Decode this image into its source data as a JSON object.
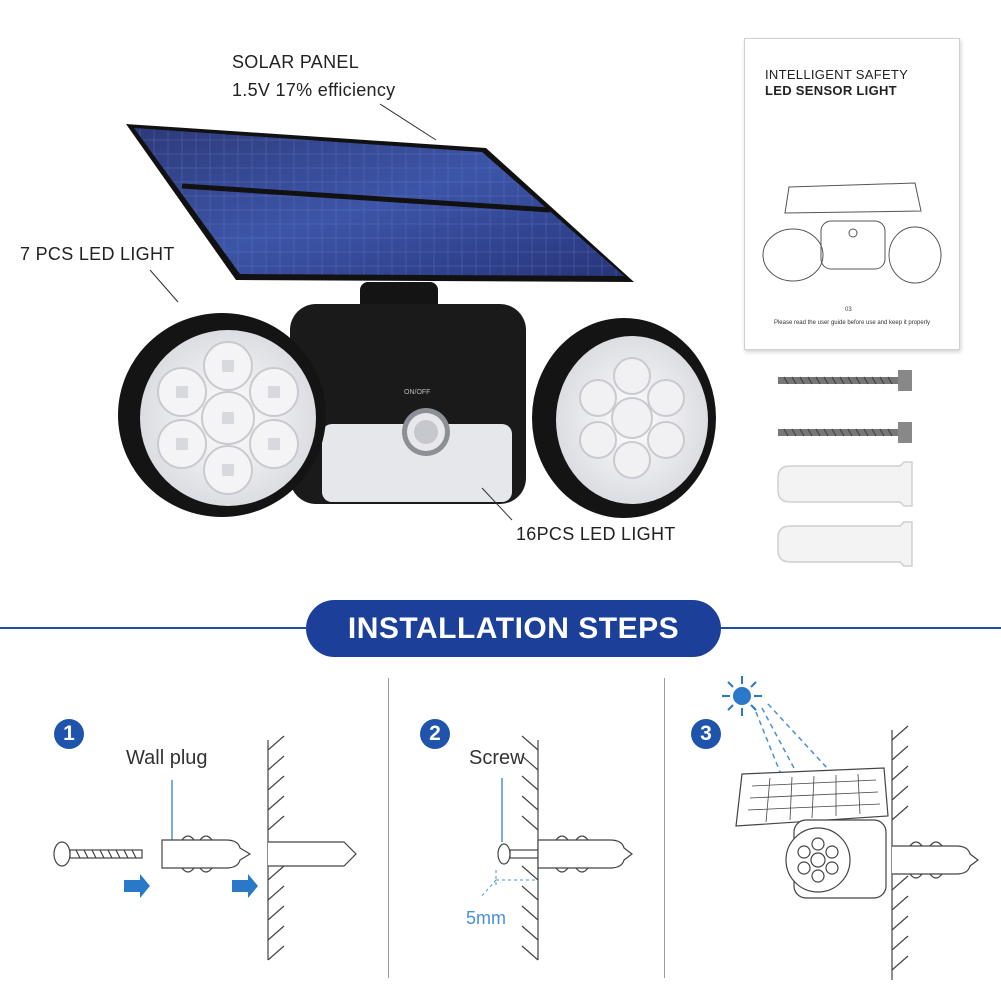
{
  "labels": {
    "solar_panel_title": "SOLAR PANEL",
    "solar_panel_spec": "1.5V 17% efficiency",
    "led7": "7 PCS LED LIGHT",
    "led16": "16PCS LED LIGHT",
    "switch": "ON/OFF"
  },
  "manual": {
    "title_line1": "INTELLIGENT SAFETY",
    "title_line2": "LED SENSOR LIGHT",
    "page_number": "03",
    "note": "Please read the user guide before use and keep it properly"
  },
  "installation": {
    "banner": "INSTALLATION STEPS",
    "steps": [
      {
        "number": "1",
        "label": "Wall plug"
      },
      {
        "number": "2",
        "label": "Screw",
        "dimension": "5mm"
      },
      {
        "number": "3"
      }
    ]
  },
  "colors": {
    "banner": "#1c3f9a",
    "step_badge": "#1f54ad",
    "arrow": "#2a78c8",
    "dimension": "#4a90d9"
  },
  "icons": [
    "sun-icon",
    "arrow-right-icon"
  ]
}
